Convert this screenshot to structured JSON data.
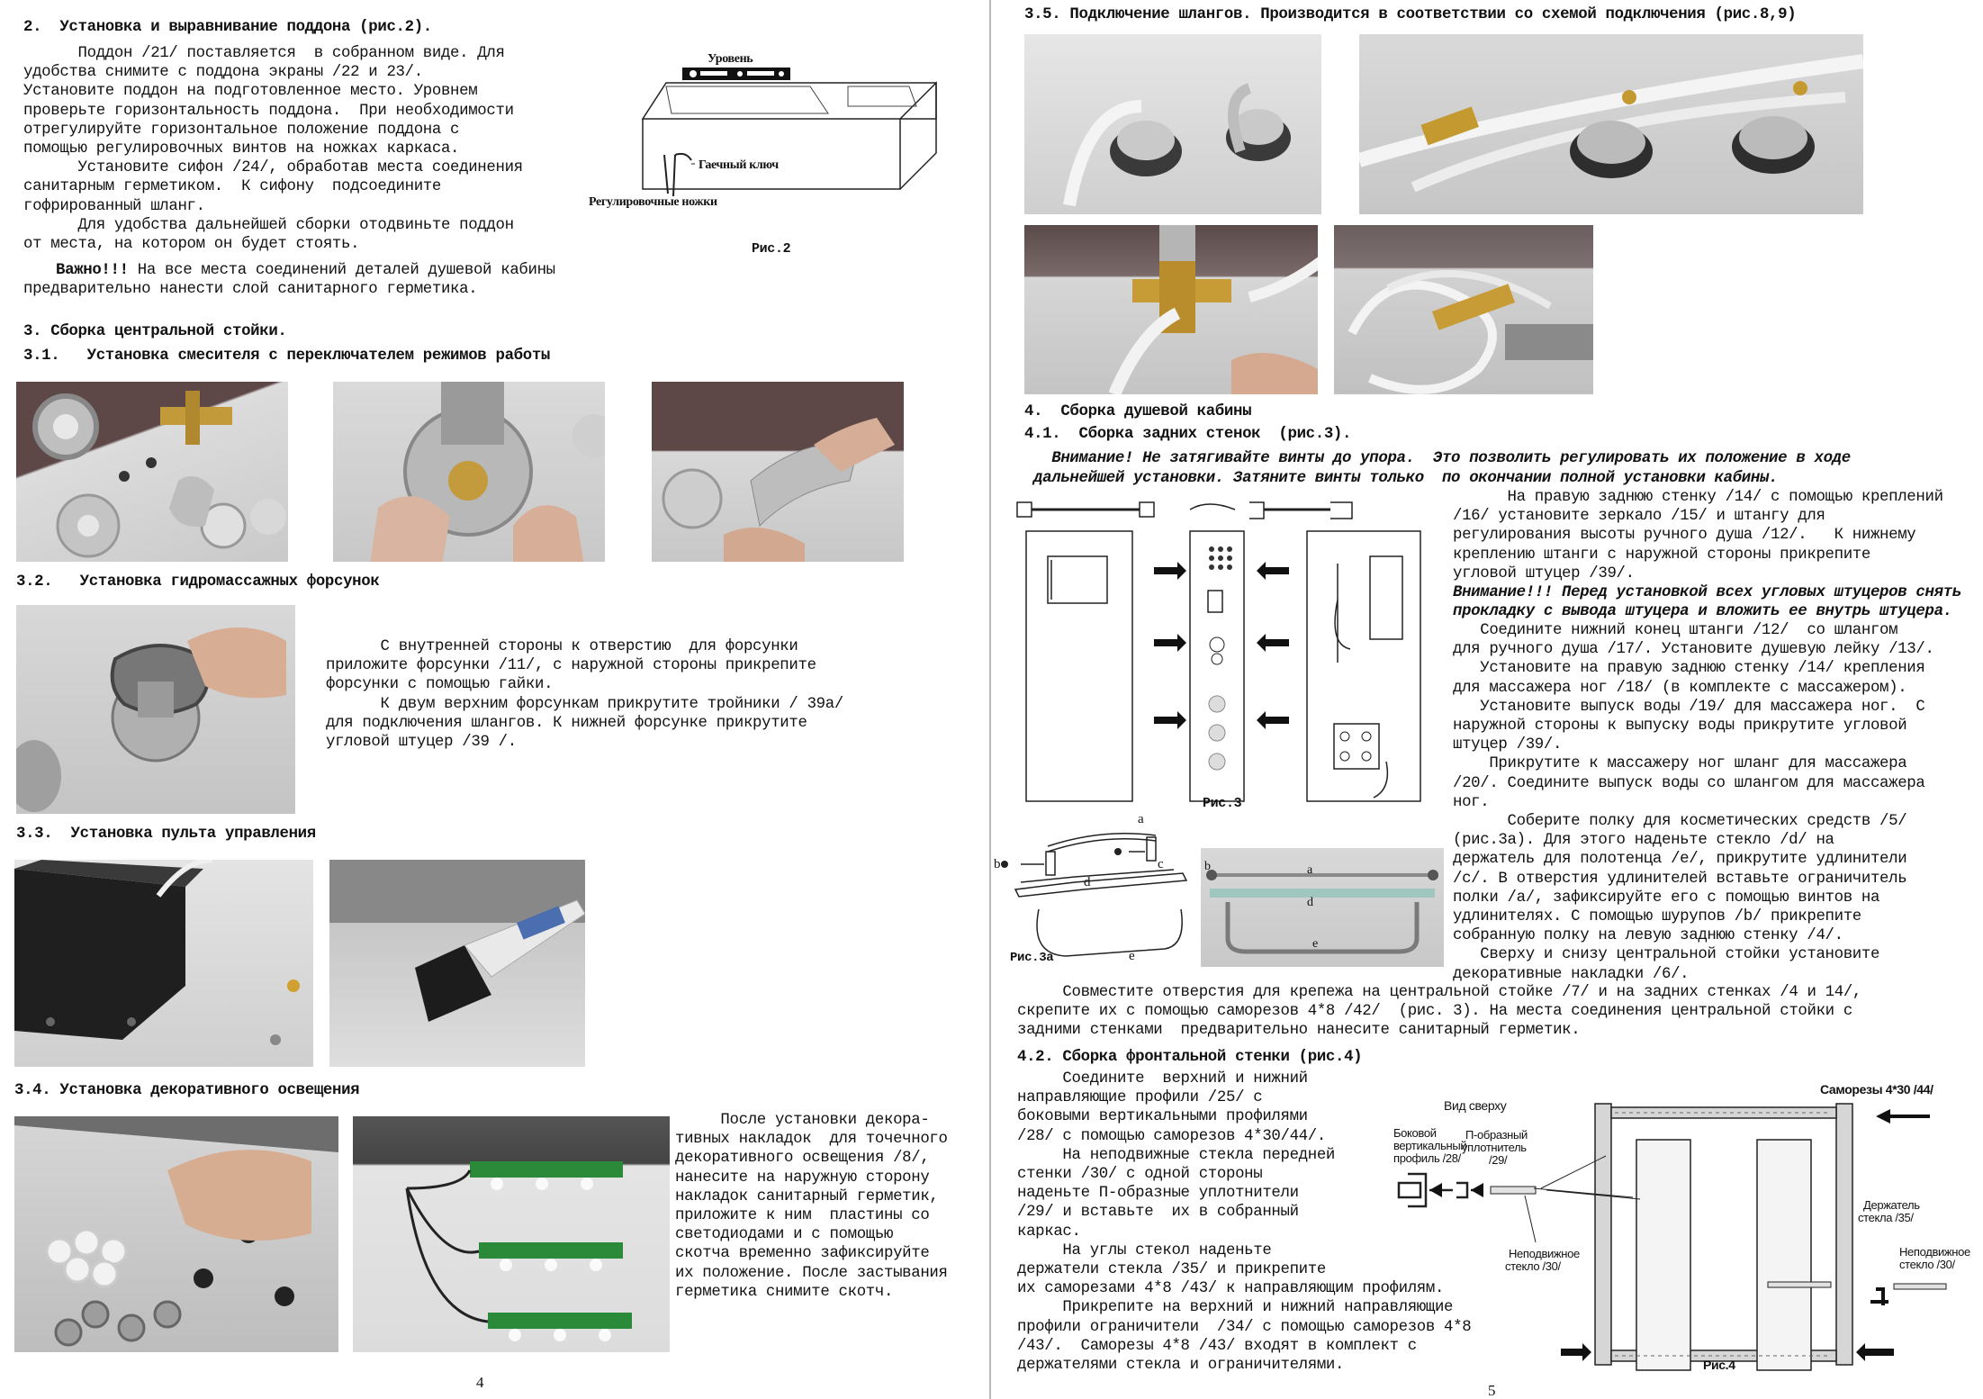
{
  "left": {
    "sec2": {
      "title": "2.  Установка и выравнивание поддона (рис.2).",
      "lines": [
        "      Поддон /21/ поставляется  в собранном виде. Для",
        "удобства снимите с поддона экраны /22 и 23/.",
        "Установите поддон на подготовленное место. Уровнем",
        "проверьте горизонтальность поддона.  При необходимости",
        "отрегулируйте горизонтальное положение поддона с",
        "помощью регулировочных винтов на ножках каркаса.",
        "      Установите сифон /24/, обработав места соединения",
        "санитарным герметиком.  К сифону  подсоедините",
        "гофрированный шланг.",
        "      Для удобства дальнейшей сборки отодвиньте поддон",
        "от места, на котором он будет стоять."
      ],
      "important_label": "Важно!!!",
      "important_rest": " На все места соединений деталей душевой кабины",
      "important_line2": "предварительно нанести слой санитарного герметика.",
      "fig_level": "Уровень",
      "fig_wrench": "Гаечный ключ",
      "fig_legs": "Регулировочные ножки",
      "fig_caption": "Рис.2"
    },
    "sec3": {
      "title": "3. Сборка центральной стойки.",
      "s31": "3.1.   Установка смесителя с переключателем режимов работы",
      "s32": "3.2.   Установка гидромассажных форсунок",
      "s32_lines": [
        "      С внутренней стороны к отверстию  для форсунки",
        "приложите форсунки /11/, с наружной стороны прикрепите",
        "форсунки с помощью гайки.",
        "      К двум верхним форсункам прикрутите тройники / 39а/",
        "для подключения шлангов. К нижней форсунке прикрутите",
        "угловой штуцер /39 /."
      ],
      "s33": "3.3.  Установка пульта управления",
      "s34": "3.4. Установка декоративного освещения",
      "s34_lines": [
        "     После установки декора-",
        "тивных накладок  для точечного",
        "декоративного освещения /8/,",
        "нанесите на наружную сторону",
        "накладок санитарный герметик,",
        "приложите к ним  пластины со",
        "светодиодами и с помощью",
        "скотча временно зафиксируйте",
        "их положение. После застывания",
        "герметика снимите скотч."
      ]
    },
    "page_number": "4"
  },
  "right": {
    "s35": "3.5. Подключение шлангов. Производится в соответствии со схемой подключения (рис.8,9)",
    "s4": "4.  Сборка душевой кабины",
    "s41": "4.1.  Сборка задних стенок  (рис.3).",
    "warn1": "   Внимание! Не затягивайте винты до упора.  Это позволить регулировать их положение в ходе",
    "warn2": " дальнейшей установки. Затяните винты только  по окончании полной установки кабины.",
    "p41_lines": [
      "      На правую заднюю стенку /14/ с помощью креплений",
      "/16/ установите зеркало /15/ и штангу для",
      "регулирования высоты ручного душа /12/.   К нижнему",
      "креплению штанги с наружной стороны прикрепите",
      "угловой штуцер /39/."
    ],
    "attn_lines": [
      "Внимание!!! Перед установкой всех угловых штуцеров снять",
      "прокладку с вывода штуцера и вложить ее внутрь штуцера."
    ],
    "p41b_lines": [
      "   Соедините нижний конец штанги /12/  со шлангом",
      "для ручного душа /17/. Установите душевую лейку /13/.",
      "   Установите на правую заднюю стенку /14/ крепления",
      "для массажера ног /18/ (в комплекте с массажером).",
      "   Установите выпуск воды /19/ для массажера ног.  С",
      "наружной стороны к выпуску воды прикрутите угловой",
      "штуцер /39/.",
      "    Прикрутите к массажеру ног шланг для массажера",
      "/20/. Соедините выпуск воды со шлангом для массажера",
      "ног."
    ],
    "p41c_lines": [
      "      Соберите полку для косметических средств /5/",
      "(рис.3а). Для этого наденьте стекло /d/ на",
      "держатель для полотенца /e/, прикрутите удлинители",
      "/c/. В отверстия удлинителей вставьте ограничитель",
      "полки /а/, зафиксируйте его с помощью винтов на",
      "удлинителях. С помощью шурупов /b/ прикрепите",
      "собранную полку на левую заднюю стенку /4/.",
      "   Сверху и снизу центральной стойки установите",
      "декоративные накладки /6/."
    ],
    "full_lines": [
      "     Совместите отверстия для крепежа на центральной стойке /7/ и на задних стенках /4 и 14/,",
      "скрепите их с помощью саморезов 4*8 /42/  (рис. 3). На места соединения центральной стойки с",
      "задними стенками  предварительно нанесите санитарный герметик."
    ],
    "fig3": "Рис.3",
    "fig3a": "Рис.3а",
    "s42": "4.2. Сборка фронтальной стенки (рис.4)",
    "p42_lines": [
      "     Соедините  верхний и нижний",
      "направляющие профили /25/ с",
      "боковыми вертикальными профилями",
      "/28/ с помощью саморезов 4*30/44/.",
      "     На неподвижные стекла передней",
      "стенки /30/ с одной стороны",
      "наденьте П-образные уплотнители",
      "/29/ и вставьте  их в собранный",
      "каркас.",
      "     На углы стекол наденьте",
      "держатели стекла /35/ и прикрепите",
      "их саморезами 4*8 /43/ к направляющим профилям.",
      "     Прикрепите на верхний и нижний направляющие",
      "профили ограничители  /34/ с помощью саморезов 4*8",
      "/43/.  Саморезы 4*8 /43/ входят в комплект с",
      "держателями стекла и ограничителями."
    ],
    "fig4": {
      "top_view": "Вид сверху",
      "screws": "Саморезы 4*30 /44/",
      "side1": "Боковой",
      "side2": "вертикальный",
      "side3": "профиль /28/",
      "seal1": "П-образный",
      "seal2": "уплотнитель",
      "seal3": "/29/",
      "glass1": "Неподвижное",
      "glass2": "стекло /30/",
      "holder1": "Держатель",
      "holder2": "стекла /35/",
      "caption": "Рис.4"
    },
    "labels3a": {
      "a": "a",
      "b": "b",
      "c": "c",
      "d": "d",
      "e": "e"
    },
    "page_number": "5"
  }
}
